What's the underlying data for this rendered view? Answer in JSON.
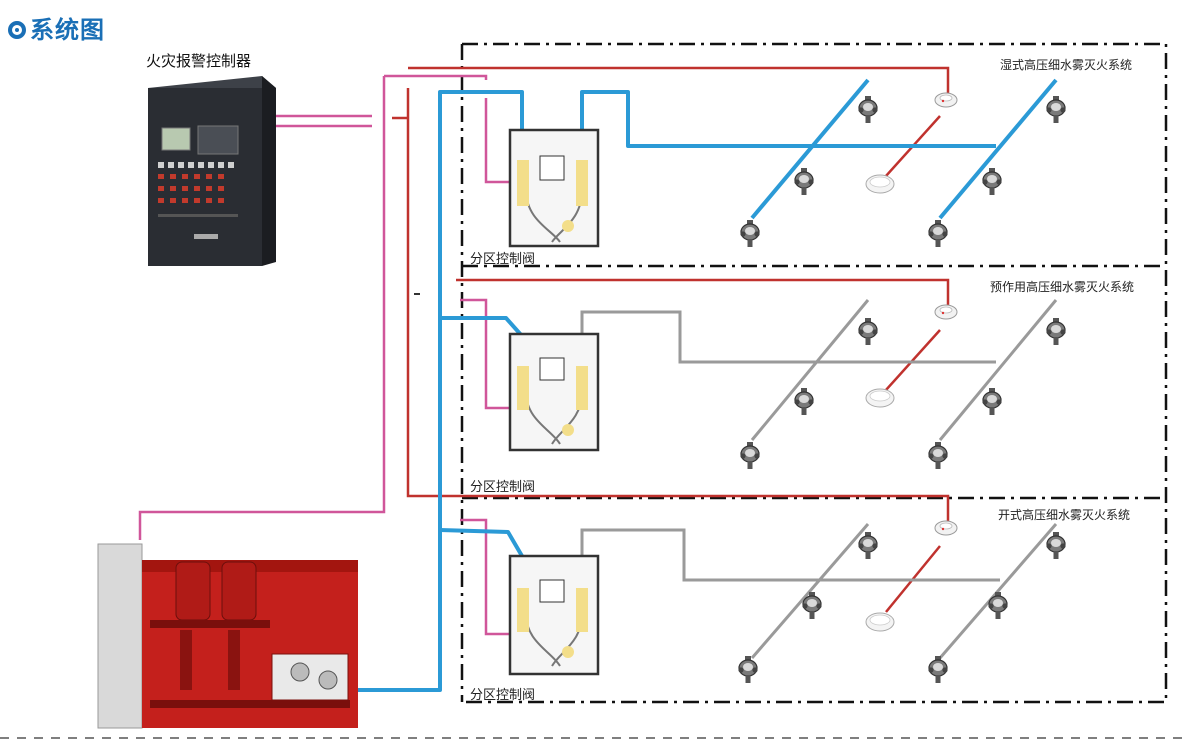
{
  "title": "系统图",
  "controller": {
    "label": "火灾报警控制器"
  },
  "zones": [
    {
      "system_label": "湿式高压细水雾灭火系统",
      "valve_label": "分区控制阀"
    },
    {
      "system_label": "预作用高压细水雾灭火系统",
      "valve_label": "分区控制阀"
    },
    {
      "system_label": "开式高压细水雾灭火系统",
      "valve_label": "分区控制阀"
    }
  ],
  "colors": {
    "title": "#1a6fb6",
    "water_pipe": "#2b9ad6",
    "dry_pipe": "#9a9a9a",
    "signal_red": "#c0322e",
    "signal_pink": "#d0569a",
    "pump_red": "#c4201c",
    "cabinet": "#2a2d33"
  }
}
